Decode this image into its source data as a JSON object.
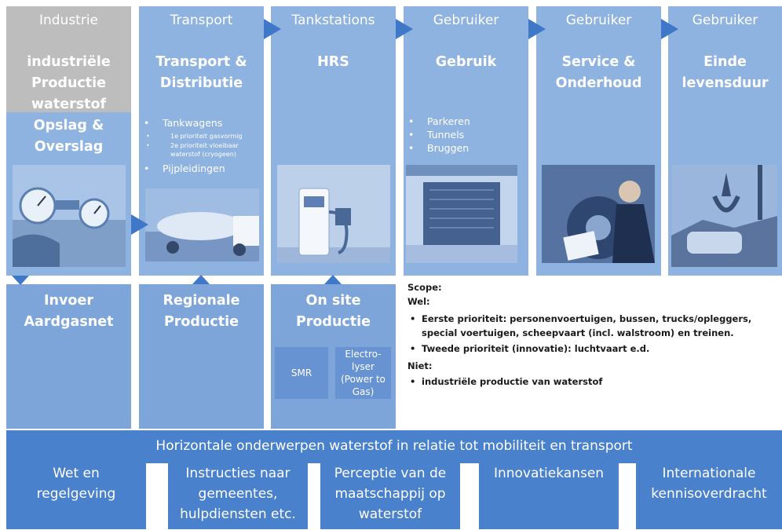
{
  "columns": [
    {
      "header": "Industrie",
      "title": "industriële Productie waterstof",
      "subtitle": "Opslag & Overslag",
      "bottom_title": "Invoer Aardgasnet"
    },
    {
      "header": "Transport",
      "title": "Transport & Distributie",
      "bottom_title": "Regionale Productie",
      "bullets": [
        "Tankwagens",
        "1e prioriteit gasvormig",
        "2e prioriteit vloeibaar waterstof (cryogeen)",
        "Pijpleidingen"
      ]
    },
    {
      "header": "Tankstations",
      "title": "HRS",
      "bottom_title": "On site Productie",
      "sub_boxes": [
        "SMR",
        "Electro-lyser (Power to Gas)"
      ]
    },
    {
      "header": "Gebruiker",
      "title": "Gebruik",
      "bullets": [
        "Parkeren",
        "Tunnels",
        "Bruggen"
      ]
    },
    {
      "header": "Gebruiker",
      "title": "Service & Onderhoud"
    },
    {
      "header": "Gebruiker",
      "title": "Einde levensduur"
    }
  ],
  "scope": {
    "label": "Scope:",
    "wel": "Wel:",
    "wel_items": [
      "Eerste prioriteit: personenvoertuigen, bussen, trucks/opleggers, special voertuigen, scheepvaart  (incl. walstroom) en treinen.",
      "Tweede prioriteit (innovatie): luchtvaart e.d."
    ],
    "niet": "Niet:",
    "niet_items": [
      "industriële productie van waterstof"
    ]
  },
  "horizontal": {
    "title": "Horizontale onderwerpen waterstof in relatie tot mobiliteit en transport",
    "items": [
      "Wet en regelgeving",
      "Instructies naar gemeentes, hulpdiensten etc.",
      "Perceptie van de maatschappij op waterstof",
      "Innovatiekansen",
      "Internationale kennisoverdracht"
    ]
  },
  "photos": [
    "pressure-gauge-photo",
    "tanker-truck-photo",
    "fuel-dispenser-photo",
    "parking-garage-photo",
    "mechanic-photo",
    "scrap-yard-photo"
  ]
}
